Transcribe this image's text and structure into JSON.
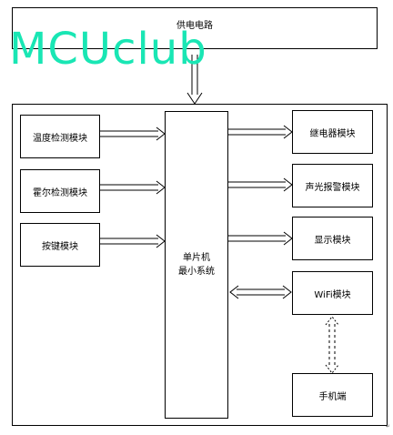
{
  "diagram": {
    "power_supply": "供电电路",
    "main_board": "",
    "mcu": [
      "单片机",
      "最小系统"
    ],
    "inputs": [
      "温度检测模块",
      "霍尔检测模块",
      "按键模块"
    ],
    "outputs": [
      "继电器模块",
      "声光报警模块",
      "显示模块",
      "WiFi模块"
    ],
    "phone": "手机端",
    "corner_mark": "↵"
  },
  "watermark": "MCUclub",
  "colors": {
    "watermark": "#19e6b4",
    "line": "#000000"
  }
}
